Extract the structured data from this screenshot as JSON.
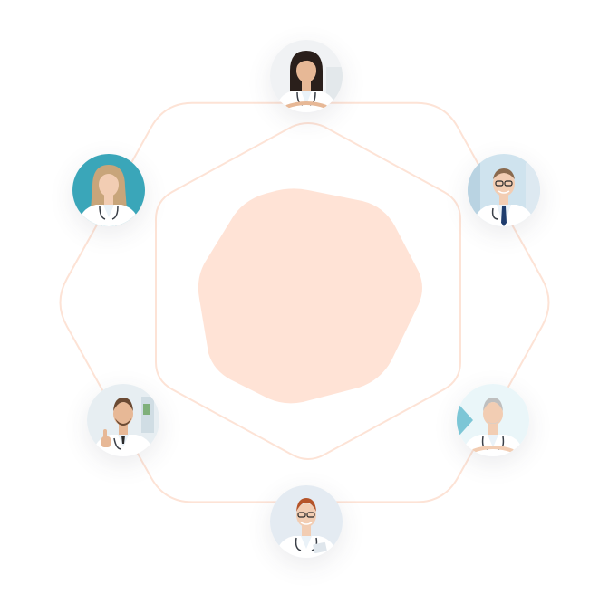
{
  "colors": {
    "accent_fill": "#ffe3d6",
    "ring_stroke": "#fde3d6",
    "coat": "#ffffff",
    "scrubs": "#eaf2f8",
    "tie": "#1f3d6e",
    "stethoscope": "#3a3f47",
    "skin_light": "#f2cdb3",
    "skin_medium": "#e7b896",
    "hair_dark": "#2a1f1b",
    "hair_brown": "#6b4a33",
    "hair_light": "#c8a57a",
    "hair_gray": "#bfbfbf",
    "hair_red": "#b5542a"
  },
  "avatars": [
    {
      "name": "doctor-female-top",
      "bg": "#f0f2f4",
      "hair": "#2a1f1b",
      "skin": "#e7b896",
      "style": "female-long"
    },
    {
      "name": "doctor-female-left",
      "bg": "#3aa6b9",
      "hair": "#c8a57a",
      "skin": "#f2cdb3",
      "style": "female-long"
    },
    {
      "name": "doctor-male-right-glasses",
      "bg": "#cfe3ee",
      "hair": "#8a6a4e",
      "skin": "#f2cdb3",
      "style": "male-glasses-tie"
    },
    {
      "name": "doctor-male-lowleft-thumbsup",
      "bg": "#e7eef2",
      "hair": "#6b4a33",
      "skin": "#e7b896",
      "style": "male-beard"
    },
    {
      "name": "doctor-male-lowright-gray",
      "bg": "#eaf6f9",
      "hair": "#bfbfbf",
      "skin": "#f2cdb3",
      "style": "male-gray"
    },
    {
      "name": "doctor-male-bottom-glasses",
      "bg": "#e4ebf2",
      "hair": "#b5542a",
      "skin": "#f2cdb3",
      "style": "male-glasses"
    }
  ]
}
